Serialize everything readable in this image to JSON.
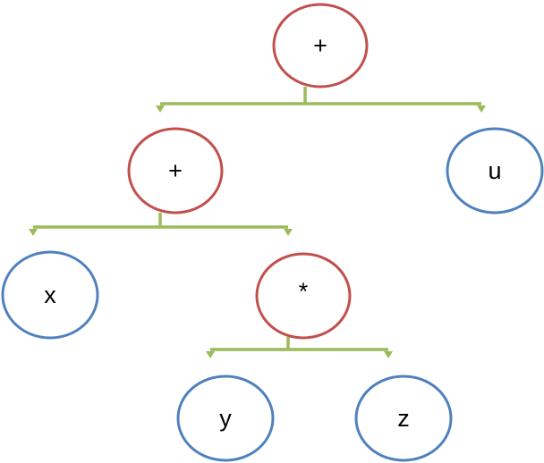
{
  "diagram": {
    "colors": {
      "operator_border": "#c0504d",
      "operand_border": "#4f81bd",
      "connector": "#9bbb59",
      "node_fill": "#ffffff",
      "text": "#000000"
    },
    "nodes": {
      "root": {
        "label": "+",
        "kind": "operator"
      },
      "plus2": {
        "label": "+",
        "kind": "operator"
      },
      "mult": {
        "label": "*",
        "kind": "operator"
      },
      "x": {
        "label": "x",
        "kind": "operand"
      },
      "y": {
        "label": "y",
        "kind": "operand"
      },
      "z": {
        "label": "z",
        "kind": "operand"
      },
      "u": {
        "label": "u",
        "kind": "operand"
      }
    },
    "edges": [
      {
        "from": "root",
        "to": [
          "plus2",
          "u"
        ]
      },
      {
        "from": "plus2",
        "to": [
          "x",
          "mult"
        ]
      },
      {
        "from": "mult",
        "to": [
          "y",
          "z"
        ]
      }
    ]
  }
}
